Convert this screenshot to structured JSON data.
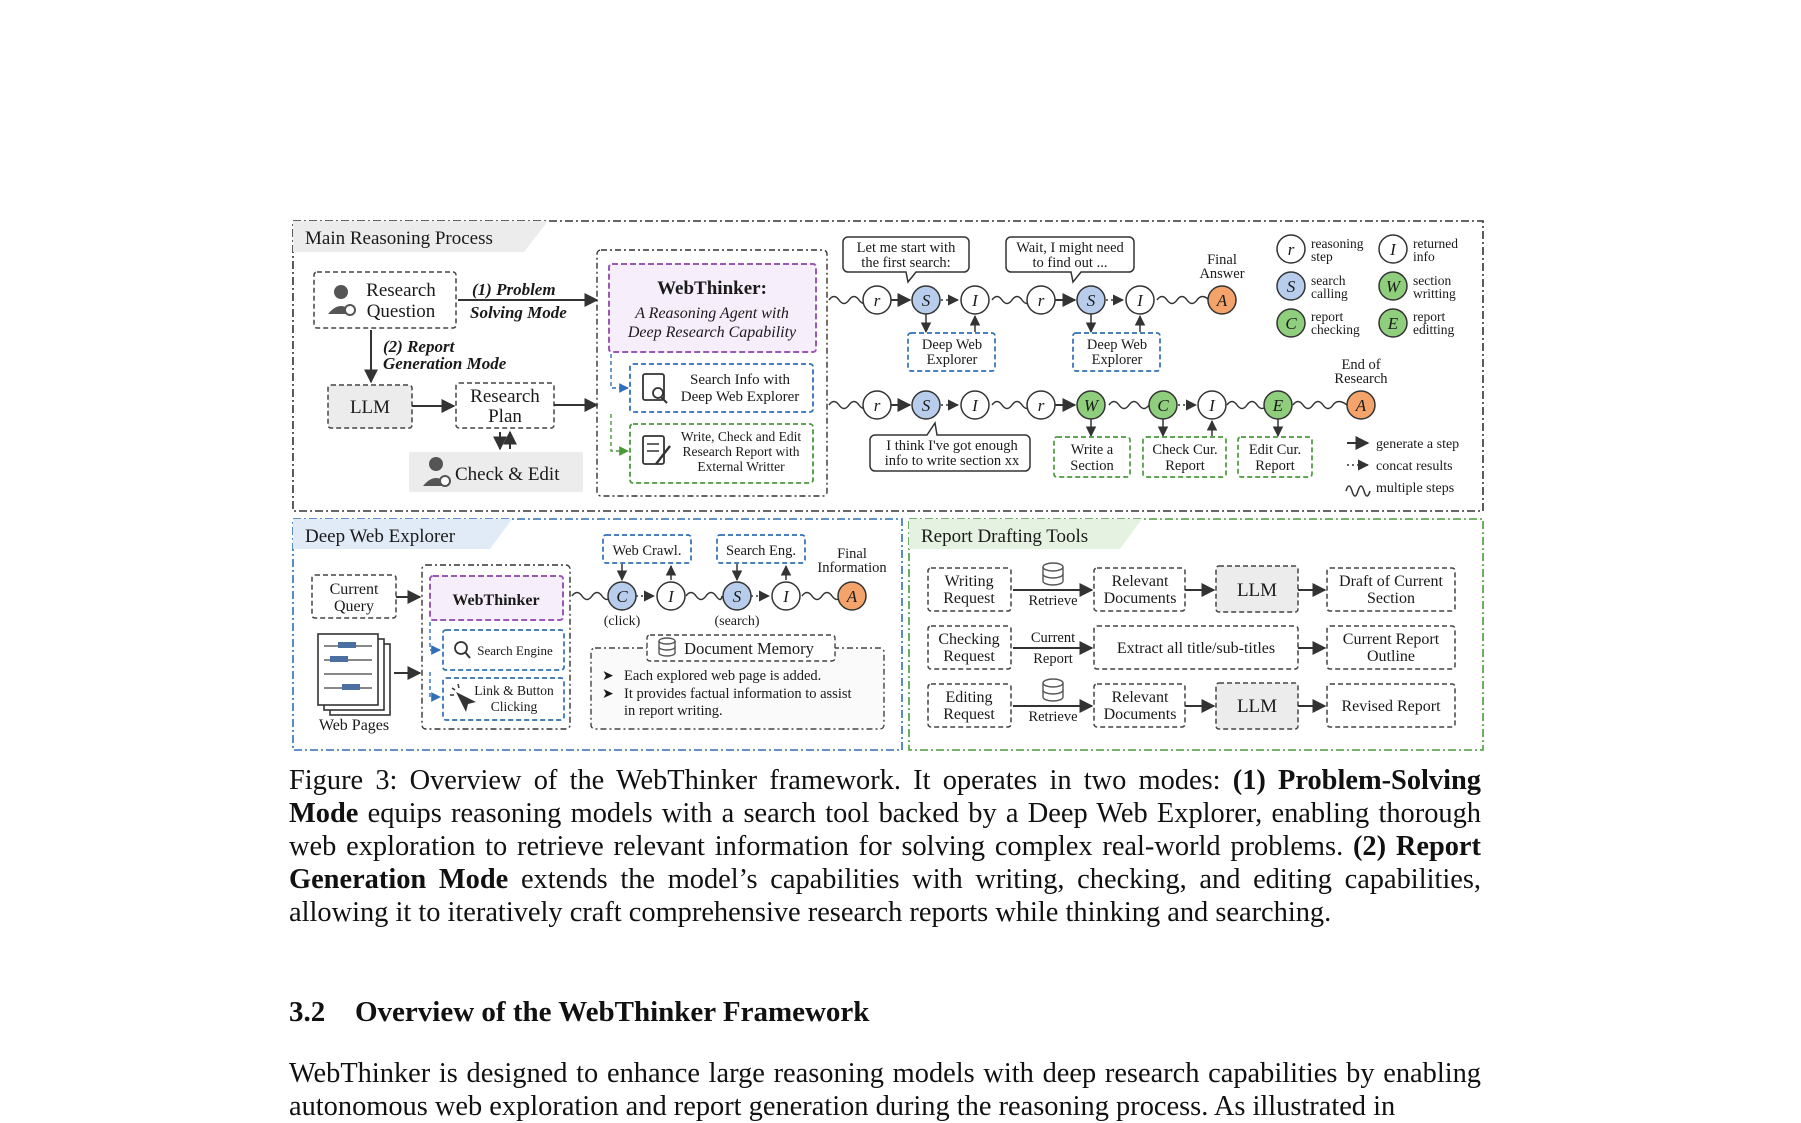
{
  "figure": {
    "main_panel": {
      "title": "Main Reasoning Process",
      "research_question": [
        "Research",
        "Question"
      ],
      "mode1": [
        "(1) Problem",
        "Solving Mode"
      ],
      "mode2": [
        "(2) Report",
        "Generation Mode"
      ],
      "llm": "LLM",
      "research_plan": [
        "Research",
        "Plan"
      ],
      "check_edit": "Check & Edit",
      "webthinker_title": "WebThinker:",
      "webthinker_sub": [
        "A Reasoning Agent with",
        "Deep Research Capability"
      ],
      "tool_search": [
        "Search Info with",
        "Deep Web Explorer"
      ],
      "tool_write": [
        "Write, Check and Edit",
        "Research Report with",
        "External Writter"
      ],
      "bubble1": [
        "Let me start with",
        "the first search:"
      ],
      "bubble2": [
        "Wait, I might need",
        "to find out ..."
      ],
      "bubble3": [
        "I think I've got enough",
        "info to write section xx"
      ],
      "final_answer": [
        "Final",
        "Answer"
      ],
      "end_of_research": [
        "End of",
        "Research"
      ],
      "dwe_box": [
        "Deep Web",
        "Explorer"
      ],
      "write_section": [
        "Write a",
        "Section"
      ],
      "check_report": [
        "Check Cur.",
        "Report"
      ],
      "edit_report": [
        "Edit Cur.",
        "Report"
      ],
      "chain1": [
        "r",
        "S",
        "I",
        "r",
        "S",
        "I",
        "A"
      ],
      "chain2": [
        "r",
        "S",
        "I",
        "r",
        "W",
        "C",
        "I",
        "E",
        "A"
      ],
      "legend": {
        "r": [
          "reasoning",
          "step"
        ],
        "I": [
          "returned",
          "info"
        ],
        "S": [
          "search",
          "calling"
        ],
        "W": [
          "section",
          "writting"
        ],
        "C": [
          "report",
          "checking"
        ],
        "E": [
          "report",
          "editting"
        ]
      },
      "arrow_legend": [
        "generate a step",
        "concat results",
        "multiple steps"
      ]
    },
    "dwe_panel": {
      "title": "Deep Web Explorer",
      "current_query": [
        "Current",
        "Query"
      ],
      "web_pages": "Web Pages",
      "webthinker": "WebThinker",
      "search_engine": "Search Engine",
      "link_click": [
        "Link & Button",
        "Clicking"
      ],
      "web_crawl": "Web Crawl.",
      "search_eng": "Search Eng.",
      "final_info": [
        "Final",
        "Information"
      ],
      "click_label": "(click)",
      "search_label": "(search)",
      "chain": [
        "C",
        "I",
        "S",
        "I",
        "A"
      ],
      "memory_title": "Document Memory",
      "memory_items": [
        "Each explored web page is added.",
        "It provides factual information to assist",
        "in report writing."
      ]
    },
    "rdt_panel": {
      "title": "Report Drafting Tools",
      "writing_request": [
        "Writing",
        "Request"
      ],
      "checking_request": [
        "Checking",
        "Request"
      ],
      "editing_request": [
        "Editing",
        "Request"
      ],
      "retrieve": "Retrieve",
      "current_report": [
        "Current",
        "Report"
      ],
      "relevant_docs": [
        "Relevant",
        "Documents"
      ],
      "extract": "Extract all title/sub-titles",
      "llm": "LLM",
      "draft": [
        "Draft of Current",
        "Section"
      ],
      "outline": [
        "Current Report",
        "Outline"
      ],
      "revised": "Revised Report"
    },
    "colors": {
      "blue": "#2f6fb8",
      "green": "#4a9a3c",
      "purple": "#9b59b6",
      "node_blue": "#b8cdec",
      "node_green": "#8fce7c",
      "node_orange": "#f4a46a"
    }
  },
  "caption": {
    "prefix": "Figure 3: Overview of the WebThinker framework. It operates in two modes: ",
    "mode1": "(1) Problem-Solving Mode",
    "middle": " equips reasoning models with a search tool backed by a Deep Web Explorer, enabling thorough web exploration to retrieve relevant information for solving complex real-world problems. ",
    "mode2": "(2) Report Generation Mode",
    "suffix": " extends the model’s capabilities with writing, checking, and editing capabilities, allowing it to iteratively craft comprehensive research reports while thinking and searching."
  },
  "section": {
    "number": "3.2",
    "title": "Overview of the WebThinker Framework"
  },
  "body": "WebThinker is designed to enhance large reasoning models with deep research capabilities by enabling autonomous web exploration and report generation during the reasoning process. As illustrated in"
}
